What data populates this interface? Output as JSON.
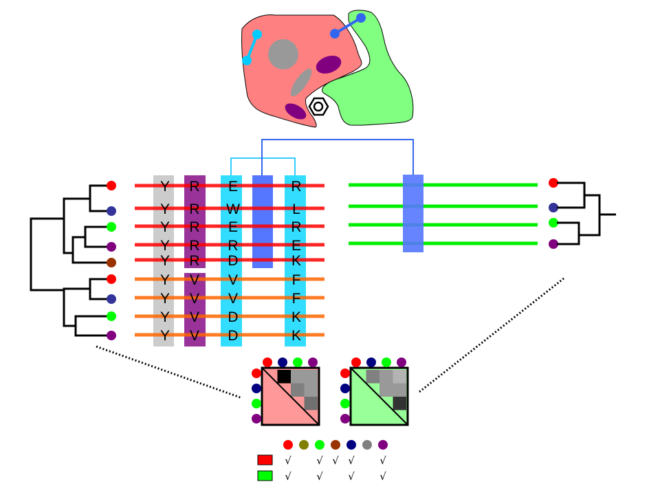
{
  "colors": {
    "protein_a": "#ff8080",
    "protein_b": "#80ff80",
    "family_red_line": "#ff0000",
    "family_orange_line": "#ff6600",
    "green_line": "#00ee00",
    "col_gray": "#cccccc",
    "col_purple": "#993399",
    "col_cyan": "#33ddff",
    "col_blue": "#5577ff",
    "contact_cyan": "#00ccff",
    "contact_blue": "#3366ee",
    "species": {
      "red": "#ff0000",
      "navy": "#333399",
      "green": "#00ff00",
      "purple": "#800080",
      "brown": "#993300",
      "olive": "#808000",
      "darknavy": "#000080",
      "gray": "#808080"
    }
  },
  "structure": {
    "label": "protein complex structure",
    "ligand_icon": "hexagon-ring-icon"
  },
  "alignment_left": {
    "rows": [
      {
        "species": "red",
        "family": "red",
        "residues": [
          "Y",
          "R",
          "E",
          "R"
        ]
      },
      {
        "species": "navy",
        "family": "red",
        "residues": [
          "Y",
          "R",
          "W",
          "L"
        ]
      },
      {
        "species": "green",
        "family": "red",
        "residues": [
          "Y",
          "R",
          "E",
          "R"
        ]
      },
      {
        "species": "purple",
        "family": "red",
        "residues": [
          "Y",
          "R",
          "R",
          "E"
        ]
      },
      {
        "species": "brown",
        "family": "red",
        "residues": [
          "Y",
          "R",
          "D",
          "K"
        ]
      },
      {
        "species": "red",
        "family": "orange",
        "residues": [
          "Y",
          "V",
          "V",
          "F"
        ]
      },
      {
        "species": "navy",
        "family": "orange",
        "residues": [
          "Y",
          "V",
          "V",
          "F"
        ]
      },
      {
        "species": "green",
        "family": "orange",
        "residues": [
          "Y",
          "V",
          "D",
          "K"
        ]
      },
      {
        "species": "purple",
        "family": "orange",
        "residues": [
          "Y",
          "V",
          "D",
          "K"
        ]
      }
    ],
    "columns": [
      "conserved-Y",
      "class-specific-R-V",
      "coevolving-1",
      "interface-contact",
      "coevolving-2"
    ]
  },
  "alignment_right": {
    "rows": [
      {
        "species": "red"
      },
      {
        "species": "navy"
      },
      {
        "species": "green"
      },
      {
        "species": "purple"
      }
    ]
  },
  "matrices": [
    {
      "name": "red-family-distance-matrix",
      "fill": "#ff9999",
      "species": [
        "red",
        "darknavy",
        "green",
        "purple"
      ],
      "cells": [
        {
          "row": 0,
          "col": 1,
          "shade": "#000000"
        },
        {
          "row": 0,
          "col": 2,
          "shade": "#999999"
        },
        {
          "row": 0,
          "col": 3,
          "shade": "#999999"
        },
        {
          "row": 1,
          "col": 2,
          "shade": "#808080"
        },
        {
          "row": 1,
          "col": 3,
          "shade": "#999999"
        },
        {
          "row": 2,
          "col": 3,
          "shade": "#707070"
        }
      ]
    },
    {
      "name": "green-family-distance-matrix",
      "fill": "#99ff99",
      "species": [
        "red",
        "darknavy",
        "green",
        "purple"
      ],
      "cells": [
        {
          "row": 0,
          "col": 1,
          "shade": "#808080"
        },
        {
          "row": 0,
          "col": 2,
          "shade": "#999999"
        },
        {
          "row": 0,
          "col": 3,
          "shade": "#b3b3b3"
        },
        {
          "row": 1,
          "col": 2,
          "shade": "#999999"
        },
        {
          "row": 1,
          "col": 3,
          "shade": "#999999"
        },
        {
          "row": 2,
          "col": 3,
          "shade": "#333333"
        }
      ]
    }
  ],
  "presence_table": {
    "species": [
      "red",
      "olive",
      "green",
      "brown",
      "darknavy",
      "gray",
      "purple"
    ],
    "rows": [
      {
        "family": "red",
        "swatch": "#ff0000",
        "present": [
          true,
          false,
          true,
          true,
          true,
          false,
          true
        ]
      },
      {
        "family": "green",
        "swatch": "#00ff00",
        "present": [
          true,
          false,
          true,
          false,
          true,
          false,
          true
        ]
      }
    ],
    "check_glyph": "√"
  }
}
